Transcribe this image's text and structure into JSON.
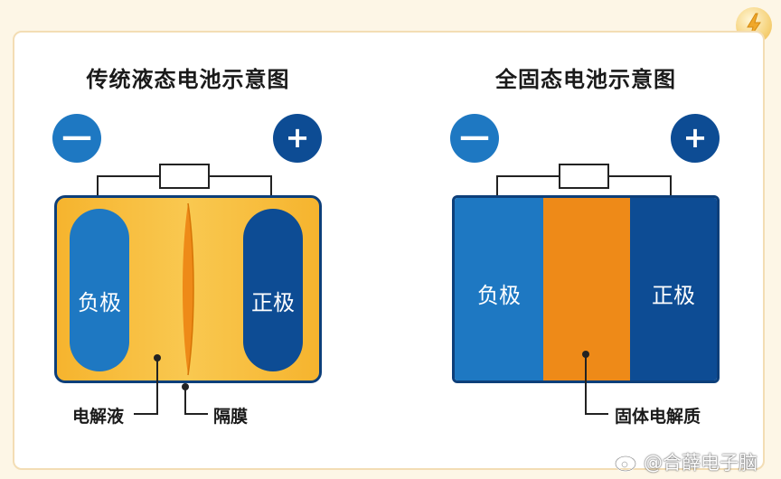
{
  "left_diagram": {
    "title": "传统液态电池示意图",
    "minus_symbol": "—",
    "plus_symbol": "+",
    "anode_label": "负极",
    "cathode_label": "正极",
    "electrolyte_label": "电解液",
    "separator_label": "隔膜"
  },
  "right_diagram": {
    "title": "全固态电池示意图",
    "minus_symbol": "—",
    "plus_symbol": "+",
    "anode_label": "负极",
    "cathode_label": "正极",
    "solid_electrolyte_label": "固体电解质"
  },
  "watermark": "@合薛电子脑",
  "colors": {
    "anode_blue": "#1e78c2",
    "cathode_navy": "#0d4c94",
    "electrolyte_yellow": "#f6b42e",
    "separator_orange": "#ee8a18",
    "solid_electrolyte_orange": "#ee8a18"
  }
}
